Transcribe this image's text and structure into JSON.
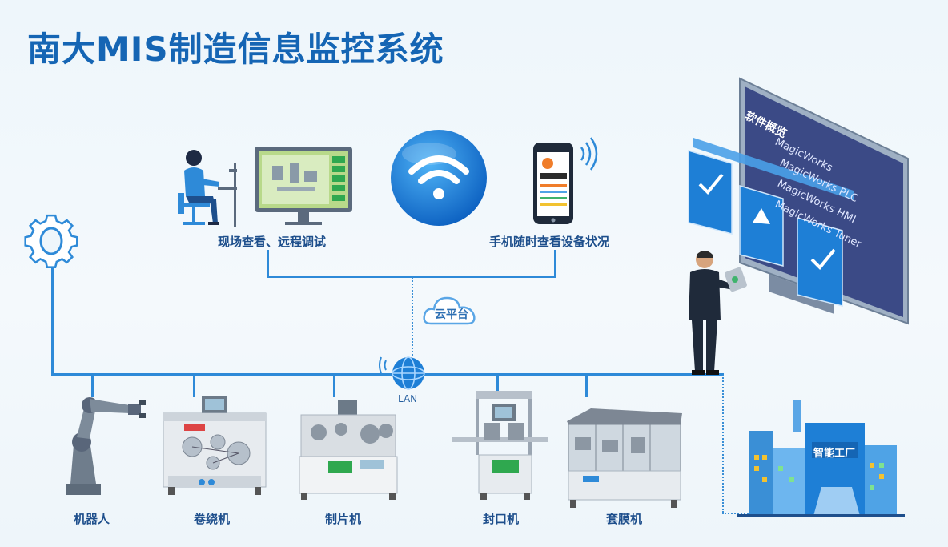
{
  "title": "南大MIS制造信息监控系统",
  "top": {
    "operator_label": "现场查看、远程调试",
    "phone_label": "手机随时查看设备状况",
    "cloud_label": "云平台",
    "lan_label": "LAN"
  },
  "software": {
    "title": "软件概览",
    "items": [
      "MagicWorks",
      "MagicWorks PLC",
      "MagicWorks HMI",
      "MagicWorks Tuner"
    ]
  },
  "factory_label": "智能工厂",
  "machines": [
    {
      "label": "机器人",
      "icon": "robot-arm-icon"
    },
    {
      "label": "卷绕机",
      "icon": "winding-machine-icon"
    },
    {
      "label": "制片机",
      "icon": "tab-machine-icon"
    },
    {
      "label": "封口机",
      "icon": "sealing-machine-icon"
    },
    {
      "label": "套膜机",
      "icon": "film-machine-icon"
    }
  ],
  "colors": {
    "title": "#1565b4",
    "line": "#2e8ad8",
    "monitor_bg": "#3b4a86",
    "accent": "#1e7fd6"
  }
}
